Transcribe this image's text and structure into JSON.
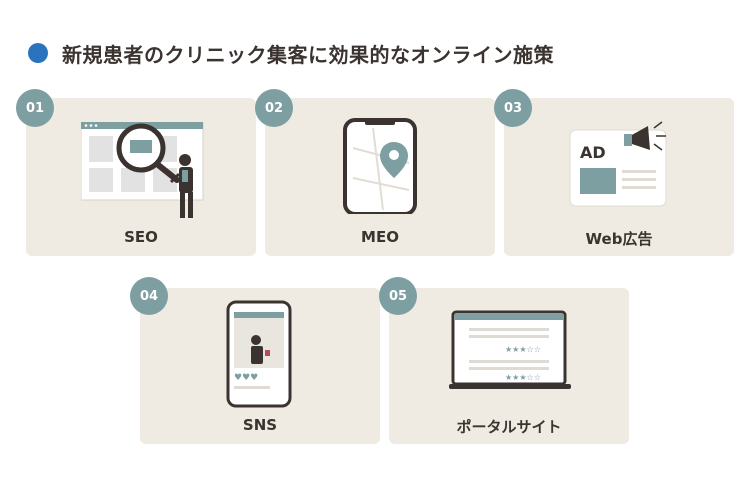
{
  "title": "新規患者のクリニック集客に効果的なオンライン施策",
  "colors": {
    "accent_dot": "#2a74bf",
    "badge": "#7e9fa1",
    "card_bg": "#efebe2",
    "dark": "#3a3330"
  },
  "cards": [
    {
      "num": "01",
      "label": "SEO",
      "icon": "magnifier-on-webpage-icon"
    },
    {
      "num": "02",
      "label": "MEO",
      "icon": "map-pin-phone-icon"
    },
    {
      "num": "03",
      "label": "Web広告",
      "icon": "ad-megaphone-icon"
    },
    {
      "num": "04",
      "label": "SNS",
      "icon": "social-phone-icon"
    },
    {
      "num": "05",
      "label": "ポータルサイト",
      "icon": "review-laptop-icon"
    }
  ],
  "ad_text": "AD",
  "rating_stars": "★★★☆☆"
}
